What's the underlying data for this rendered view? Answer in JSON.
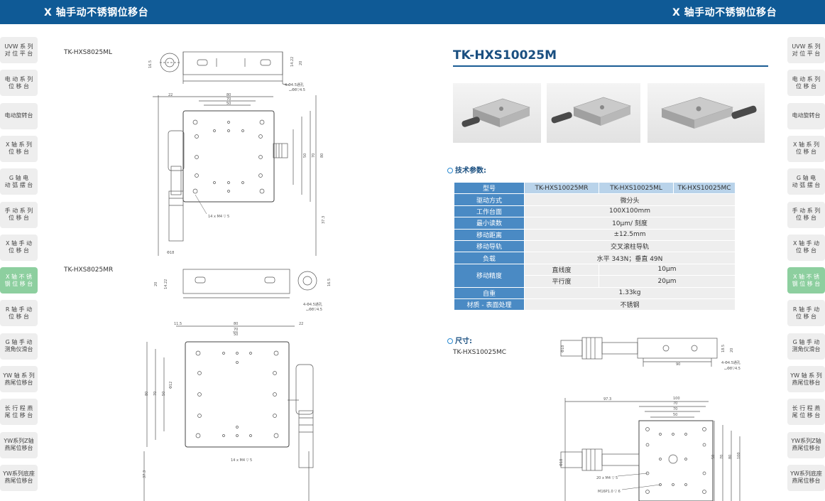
{
  "header": {
    "left_title": "X 轴手动不锈钢位移台",
    "right_title": "X 轴手动不锈钢位移台"
  },
  "sidebar_left": [
    {
      "label": "UVW 系 列\n对 位 平 台"
    },
    {
      "label": "电 动 系 列\n位 移 台"
    },
    {
      "label": "电动旋转台"
    },
    {
      "label": "X 轴 系 列\n位 移 台"
    },
    {
      "label": "G 轴 电\n动 弧 摆 台"
    },
    {
      "label": "手 动 系 列\n位 移 台"
    },
    {
      "label": "X 轴 手 动\n位 移 台"
    },
    {
      "label": "X 轴 不 锈\n钢 位 移 台"
    },
    {
      "label": "R 轴 手 动\n位 移 台"
    },
    {
      "label": "G 轴 手 动\n测角仪滑台"
    },
    {
      "label": "YW 轴 系 列\n燕尾位移台"
    },
    {
      "label": "长 行 程 燕\n尾 位 移 台"
    },
    {
      "label": "YW系列Z轴\n燕尾位移台"
    },
    {
      "label": "YW系列底座\n燕尾位移台"
    }
  ],
  "sidebar_right": [
    {
      "label": "UVW 系 列\n对 位 平 台"
    },
    {
      "label": "电 动 系 列\n位 移 台"
    },
    {
      "label": "电动旋转台"
    },
    {
      "label": "X 轴 系 列\n位 移 台"
    },
    {
      "label": "G 轴 电\n动 弧 摆 台"
    },
    {
      "label": "手 动 系 列\n位 移 台"
    },
    {
      "label": "X 轴 手 动\n位 移 台"
    },
    {
      "label": "X 轴 不 锈\n钢 位 移 台"
    },
    {
      "label": "R 轴 手 动\n位 移 台"
    },
    {
      "label": "G 轴 手 动\n测角仪滑台"
    },
    {
      "label": "YW 轴 系 列\n燕尾位移台"
    },
    {
      "label": "长 行 程 燕\n尾 位 移 台"
    },
    {
      "label": "YW系列Z轴\n燕尾位移台"
    },
    {
      "label": "YW系列底座\n燕尾位移台"
    }
  ],
  "active_index": 7,
  "left_page": {
    "model1": "TK-HXS8025ML",
    "model2": "TK-HXS8025MR",
    "drawing1": {
      "side_dims": [
        "16.5",
        "14.22",
        "20"
      ],
      "hole_note": "4-Φ4.5通孔",
      "cbore_note": "⌴Φ8▽4.5",
      "plan_top_dims": [
        "80",
        "70",
        "50"
      ],
      "plan_left_dim": "22",
      "plan_right_dims": [
        "50",
        "70",
        "80"
      ],
      "thread_note": "14 x M4 ▽ 5",
      "bottom_dims": [
        "Φ18",
        "37.3"
      ]
    },
    "drawing2": {
      "side_dims": [
        "20",
        "14.22",
        "16.5"
      ],
      "hole_note": "4-Φ4.5通孔",
      "cbore_note": "⌴Φ8▽4.5",
      "plan_top_dims": [
        "11.5",
        "80",
        "70",
        "50",
        "22"
      ],
      "plan_left_dims": [
        "80",
        "70",
        "50",
        "Φ12"
      ],
      "thread_note": "14 x M4 ▽ 5",
      "bottom_dims": [
        "37.3"
      ]
    }
  },
  "right_page": {
    "product_title": "TK-HXS10025M",
    "spec_section": "技术参数:",
    "dim_section": "尺寸:",
    "dim_model": "TK-HXS10025MC",
    "spec_table": {
      "header_key": "型号",
      "models": [
        "TK-HXS10025MR",
        "TK-HXS10025ML",
        "TK-HXS10025MC"
      ],
      "rows": [
        {
          "k": "驱动方式",
          "v": "微分头"
        },
        {
          "k": "工作台面",
          "v": "100X100mm"
        },
        {
          "k": "最小读数",
          "v": "10μm/ 刻度"
        },
        {
          "k": "移动距离",
          "v": "±12.5mm"
        },
        {
          "k": "移动导轨",
          "v": "交叉滚柱导轨"
        },
        {
          "k": "负载",
          "v": "水平 343N；垂直 49N"
        }
      ],
      "precision": {
        "k": "移动精度",
        "sub": [
          {
            "k": "直线度",
            "v": "10μm"
          },
          {
            "k": "平行度",
            "v": "20μm"
          }
        ]
      },
      "tail_rows": [
        {
          "k": "自重",
          "v": "1.33kg"
        },
        {
          "k": "材质 - 表面处理",
          "v": "不锈钢"
        }
      ]
    },
    "drawing3": {
      "side_dims": [
        "Φ18",
        "18.5",
        "20",
        "90"
      ],
      "hole_note": "4-Φ4.5通孔",
      "cbore_note": "⌴Φ8▽4.5",
      "plan_top_dims": [
        "97.3",
        "100",
        "70",
        "70",
        "50"
      ],
      "plan_right_dims": [
        "50",
        "70",
        "80",
        "100"
      ],
      "thread_note": "20 x M4 ▽ 5",
      "thread_note2": "M16P1.0 ▽ 6",
      "left_dim": "Φ18"
    }
  }
}
